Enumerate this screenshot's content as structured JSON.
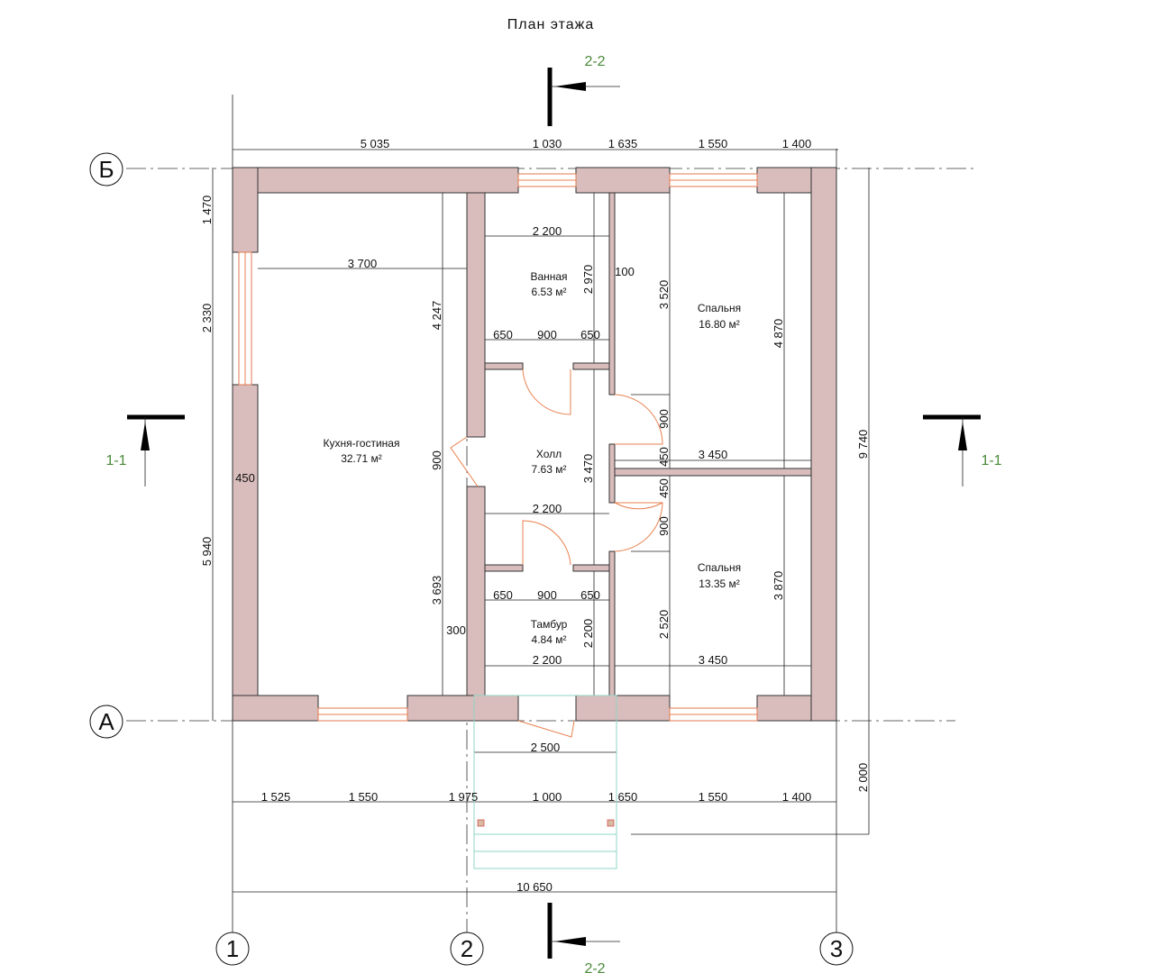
{
  "title": "План этажа",
  "sections": {
    "s22": "2-2",
    "s11": "1-1"
  },
  "axes": {
    "b": "Б",
    "a": "А",
    "n1": "1",
    "n2": "2",
    "n3": "3"
  },
  "rooms": {
    "kitchen": {
      "name": "Кухня-гостиная",
      "area": "32.71 м²"
    },
    "bath": {
      "name": "Ванная",
      "area": "6.53 м²"
    },
    "bed1": {
      "name": "Спальня",
      "area": "16.80 м²"
    },
    "hall": {
      "name": "Холл",
      "area": "7.63 м²"
    },
    "bed2": {
      "name": "Спальня",
      "area": "13.35 м²"
    },
    "tambur": {
      "name": "Тамбур",
      "area": "4.84 м²"
    }
  },
  "dims": {
    "top": [
      "5 035",
      "1 030",
      "1 635",
      "1 550",
      "1 400"
    ],
    "left": [
      "1 470",
      "2 330",
      "5 940"
    ],
    "right": [
      "9 740",
      "2 000"
    ],
    "bottom": [
      "1 525",
      "1 550",
      "1 975",
      "1 000",
      "1 650",
      "1 550",
      "1 400"
    ],
    "porch": "2 500",
    "total": "10 650",
    "kitchen": [
      "3 700",
      "4 247",
      "900",
      "450",
      "3 693",
      "300"
    ],
    "bath": [
      "2 200",
      "2 970",
      "100",
      "650",
      "900",
      "650"
    ],
    "bed1": [
      "3 520",
      "4 870",
      "3 450"
    ],
    "hall": [
      "3 470",
      "2 200",
      "900",
      "450",
      "450",
      "900"
    ],
    "tambur": [
      "650",
      "900",
      "650",
      "2 200",
      "2 200"
    ],
    "bed2": [
      "2 520",
      "3 870",
      "3 450"
    ]
  }
}
